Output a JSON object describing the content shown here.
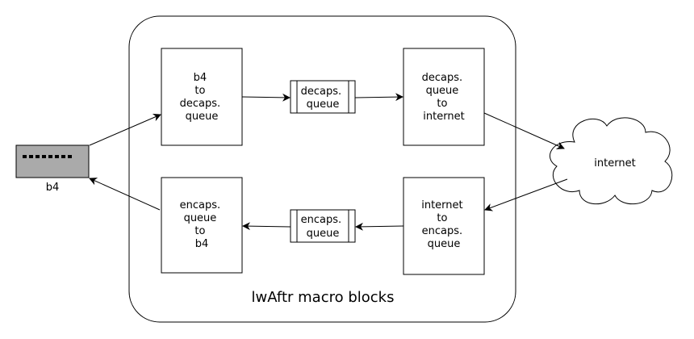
{
  "container": {
    "title": "lwAftr macro blocks"
  },
  "nodes": {
    "b4_to_decaps": [
      "b4",
      "to",
      "decaps.",
      "queue"
    ],
    "decaps_queue": [
      "decaps.",
      "queue"
    ],
    "decaps_to_internet": [
      "decaps.",
      "queue",
      "to",
      "internet"
    ],
    "encaps_to_b4": [
      "encaps.",
      "queue",
      "to",
      "b4"
    ],
    "encaps_queue": [
      "encaps.",
      "queue"
    ],
    "internet_to_encaps": [
      "internet",
      "to",
      "encaps.",
      "queue"
    ],
    "internet_cloud": "internet",
    "b4_device": "b4"
  },
  "colors": {
    "device_fill": "#aaaaaa",
    "stroke": "#000000",
    "background": "#ffffff"
  }
}
